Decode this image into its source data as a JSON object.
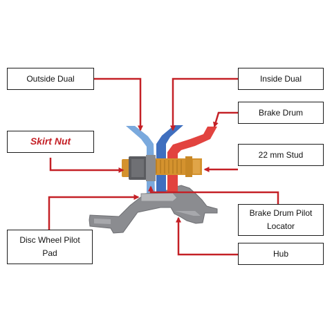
{
  "labels": {
    "outside_dual": "Outside Dual",
    "inside_dual": "Inside Dual",
    "brake_drum": "Brake Drum",
    "skirt_nut": "Skirt Nut",
    "stud": "22 mm Stud",
    "drum_pilot_line1": "Brake Drum Pilot",
    "drum_pilot_line2": "Locator",
    "disc_wheel_line1": "Disc Wheel Pilot",
    "disc_wheel_line2": "Pad",
    "hub": "Hub"
  },
  "colors": {
    "arrow": "#c42026",
    "outside_dual": "#7aa9dd",
    "inside_dual": "#3f6fbf",
    "brake_drum": "#e2433f",
    "stud": "#d4922e",
    "hub": "#8b8c90",
    "box_border": "#1a1a1a"
  }
}
